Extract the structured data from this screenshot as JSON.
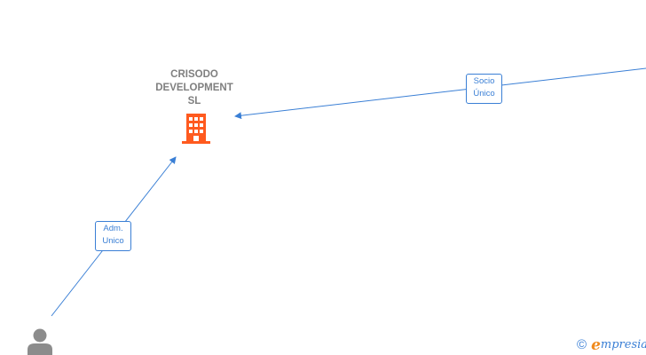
{
  "company": {
    "name_lines": [
      "CRISODO",
      "DEVELOPMENT",
      "SL"
    ],
    "icon": "building-icon",
    "color": "#ff5a1f"
  },
  "edges": [
    {
      "label_lines": [
        "Socio",
        "Único"
      ],
      "from": "offscreen-shareholder",
      "to": "company"
    },
    {
      "label_lines": [
        "Adm.",
        "Unico"
      ],
      "from": "person",
      "to": "company"
    }
  ],
  "person": {
    "icon": "person-icon",
    "color": "#8c8c8c"
  },
  "brand": {
    "copyright": "©",
    "initial": "e",
    "rest": "mpresia",
    "initial_color": "#f08a1c",
    "text_color": "#3a7fd5"
  },
  "edge_color": "#3a7fd5"
}
